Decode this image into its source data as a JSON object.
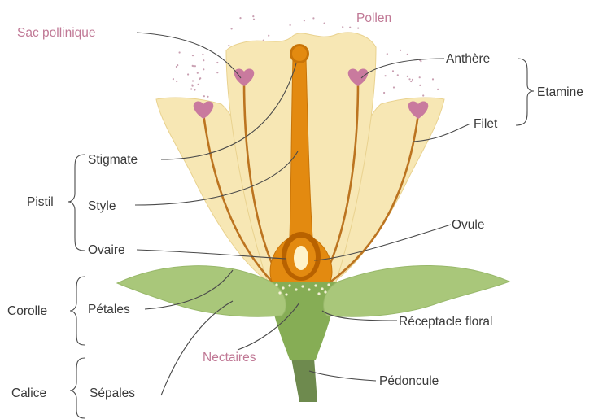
{
  "diagram": {
    "colors": {
      "petal_fill": "#f7e7b4",
      "petal_stroke": "#e9d28f",
      "pistil": "#e38a10",
      "pistil_dark": "#b86200",
      "ovule": "#fff3c9",
      "filament": "#bc7420",
      "anther": "#c97a9e",
      "sepal": "#a9c77a",
      "receptacle": "#86ad55",
      "peduncle": "#6e8a4e",
      "label": "#3a3a3a",
      "label_accent": "#c07895"
    },
    "labels": {
      "pollen": "Pollen",
      "sac_pollinique": "Sac pollinique",
      "anthere": "Anthère",
      "etamine": "Etamine",
      "filet": "Filet",
      "stigmate": "Stigmate",
      "pistil": "Pistil",
      "style": "Style",
      "ovaire": "Ovaire",
      "ovule": "Ovule",
      "corolle": "Corolle",
      "petales": "Pétales",
      "receptacle": "Réceptacle floral",
      "nectaires": "Nectaires",
      "calice": "Calice",
      "sepales": "Sépales",
      "pedoncule": "Pédoncule"
    }
  }
}
